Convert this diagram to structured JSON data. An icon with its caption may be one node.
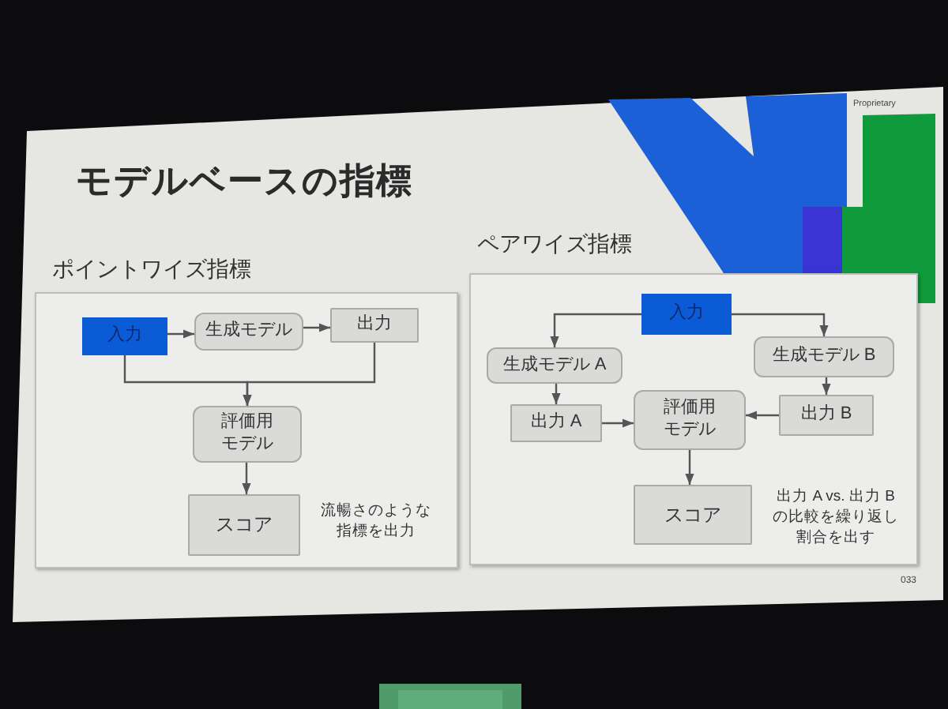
{
  "diagram": {
    "title": "モデルベースの指標",
    "nodes": [
      {
        "text": [
          "ポイントワイズ指標"
        ]
      },
      {
        "text": [
          "入力"
        ],
        "in": 0
      },
      {
        "text": [
          "生成モデル"
        ],
        "in": 0
      },
      {
        "text": [
          "出力"
        ],
        "in": 0
      },
      {
        "text": [
          "評価用モデル"
        ],
        "in": 0
      },
      {
        "text": [
          "スコア"
        ],
        "in": 0,
        "beside": [
          "流暢さのような指標を出力"
        ]
      },
      {
        "text": [
          "ペアワイズ指標"
        ]
      },
      {
        "text": [
          "入力"
        ],
        "in": 6
      },
      {
        "text": [
          "生成モデル A"
        ],
        "in": 6
      },
      {
        "text": [
          "生成モデル B"
        ],
        "in": 6
      },
      {
        "text": [
          "出力 A"
        ],
        "in": 6
      },
      {
        "text": [
          "評価用モデル"
        ],
        "in": 6
      },
      {
        "text": [
          "出力 B"
        ],
        "in": 6
      },
      {
        "text": [
          "スコア"
        ],
        "in": 6,
        "beside": [
          "出力 A vs. 出力 B の比較を繰り返し割合を出す"
        ]
      }
    ],
    "edges": [
      {
        "from": 1,
        "to": 2,
        "arrow": "to"
      },
      {
        "from": 2,
        "to": 3,
        "arrow": "to"
      },
      {
        "from": 1,
        "to": 4,
        "arrow": "to"
      },
      {
        "from": 3,
        "to": 4,
        "arrow": "to"
      },
      {
        "from": 4,
        "to": 5,
        "arrow": "to"
      },
      {
        "from": 7,
        "to": 8,
        "arrow": "to"
      },
      {
        "from": 7,
        "to": 9,
        "arrow": "to"
      },
      {
        "from": 8,
        "to": 10,
        "arrow": "to"
      },
      {
        "from": 9,
        "to": 12,
        "arrow": "to"
      },
      {
        "from": 10,
        "to": 11,
        "arrow": "to"
      },
      {
        "from": 12,
        "to": 11,
        "arrow": "to"
      },
      {
        "from": 11,
        "to": 13,
        "arrow": "to"
      }
    ],
    "labels": [
      "Proprietary",
      "033"
    ]
  }
}
